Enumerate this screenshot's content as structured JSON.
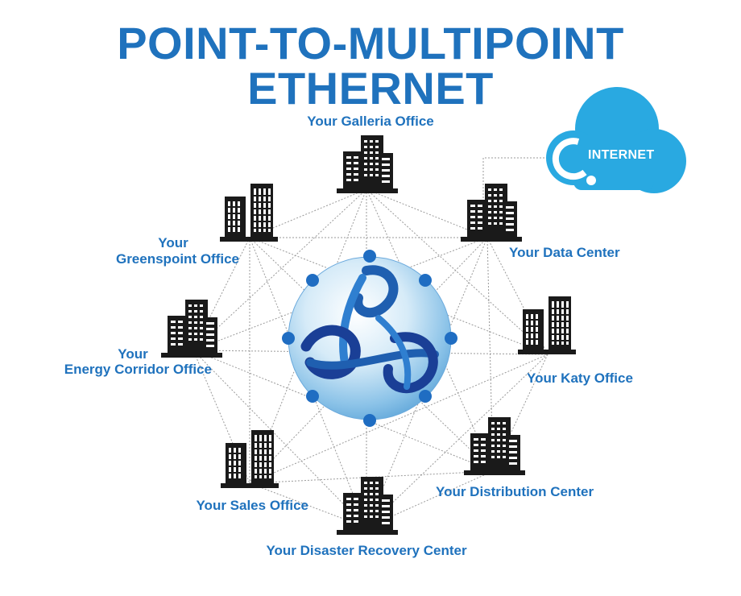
{
  "title": "POINT-TO-MULTIPOINT ETHERNET",
  "internet_label": "INTERNET",
  "nodes": {
    "galleria": "Your Galleria Office",
    "data_center": "Your Data Center",
    "greenspoint_line1": "Your",
    "greenspoint_line2": "Greenspoint Office",
    "katy": "Your Katy Office",
    "energy_line1": "Your",
    "energy_line2": "Energy Corridor Office",
    "distribution": "Your Distribution Center",
    "sales": "Your Sales Office",
    "disaster": "Your Disaster Recovery Center"
  },
  "colors": {
    "title": "#1f72bd",
    "label": "#1f72bd",
    "cloud": "#29a9e1",
    "building": "#1a1a1a",
    "link_line": "#9a9a9a",
    "hub_dot": "#1f6dc2"
  }
}
